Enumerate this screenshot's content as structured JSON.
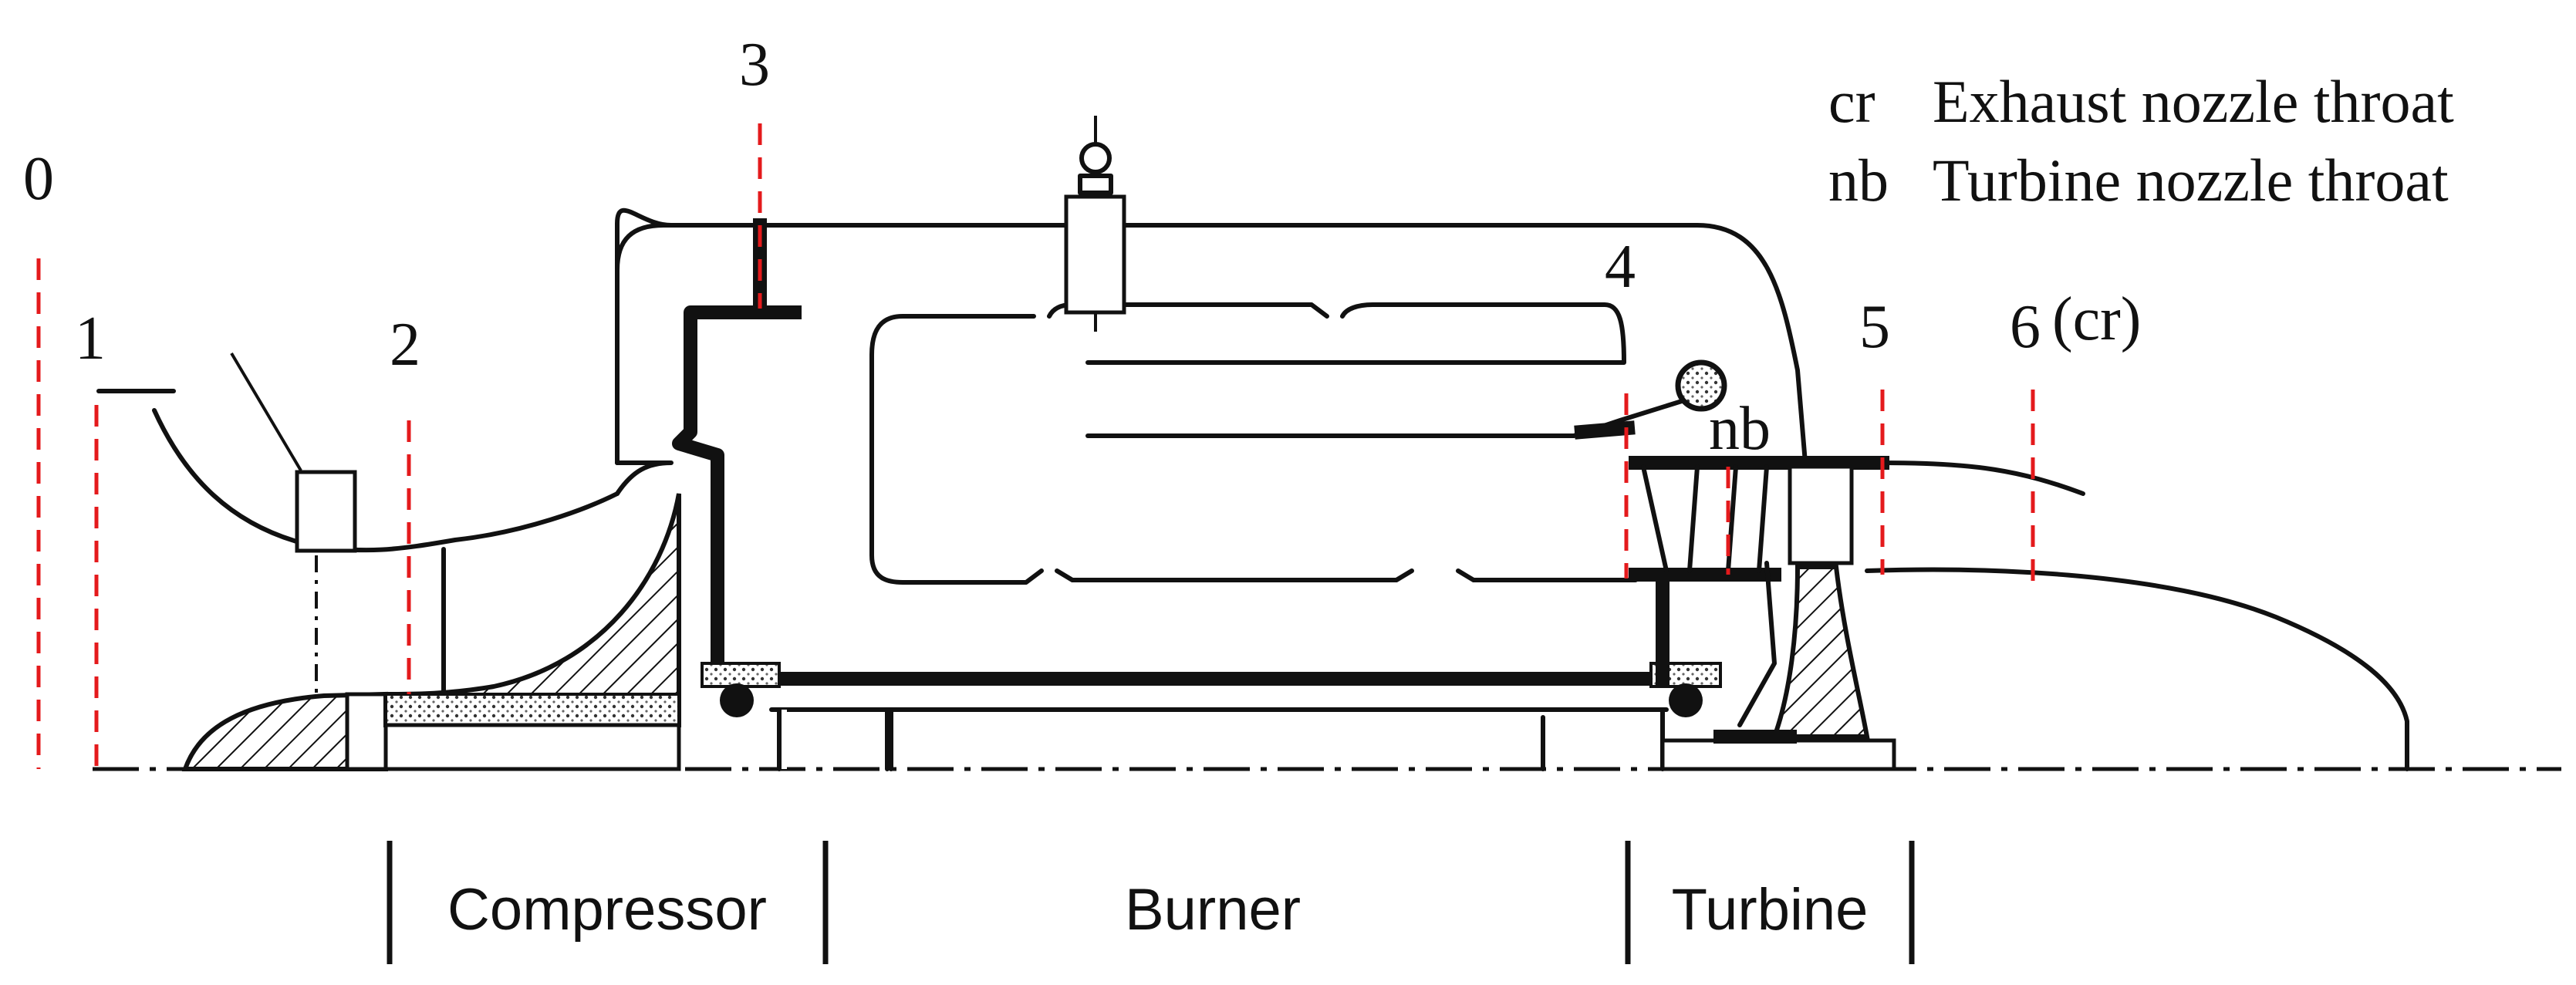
{
  "stations": [
    {
      "id": "s0",
      "label": "0"
    },
    {
      "id": "s1",
      "label": "1"
    },
    {
      "id": "s2",
      "label": "2"
    },
    {
      "id": "s3",
      "label": "3"
    },
    {
      "id": "s4",
      "label": "4"
    },
    {
      "id": "snb",
      "label": "nb"
    },
    {
      "id": "s5",
      "label": "5"
    },
    {
      "id": "s6",
      "label": "6"
    },
    {
      "id": "s6cr",
      "label": "(cr)"
    }
  ],
  "legend": [
    {
      "abbr": "cr",
      "text": "Exhaust nozzle throat"
    },
    {
      "abbr": "nb",
      "text": "Turbine nozzle throat"
    }
  ],
  "sections": [
    "Compressor",
    "Burner",
    "Turbine"
  ],
  "colors": {
    "station_line": "#e41a1c",
    "outline": "#111111",
    "hatch_fill": "#d9d9d9"
  }
}
